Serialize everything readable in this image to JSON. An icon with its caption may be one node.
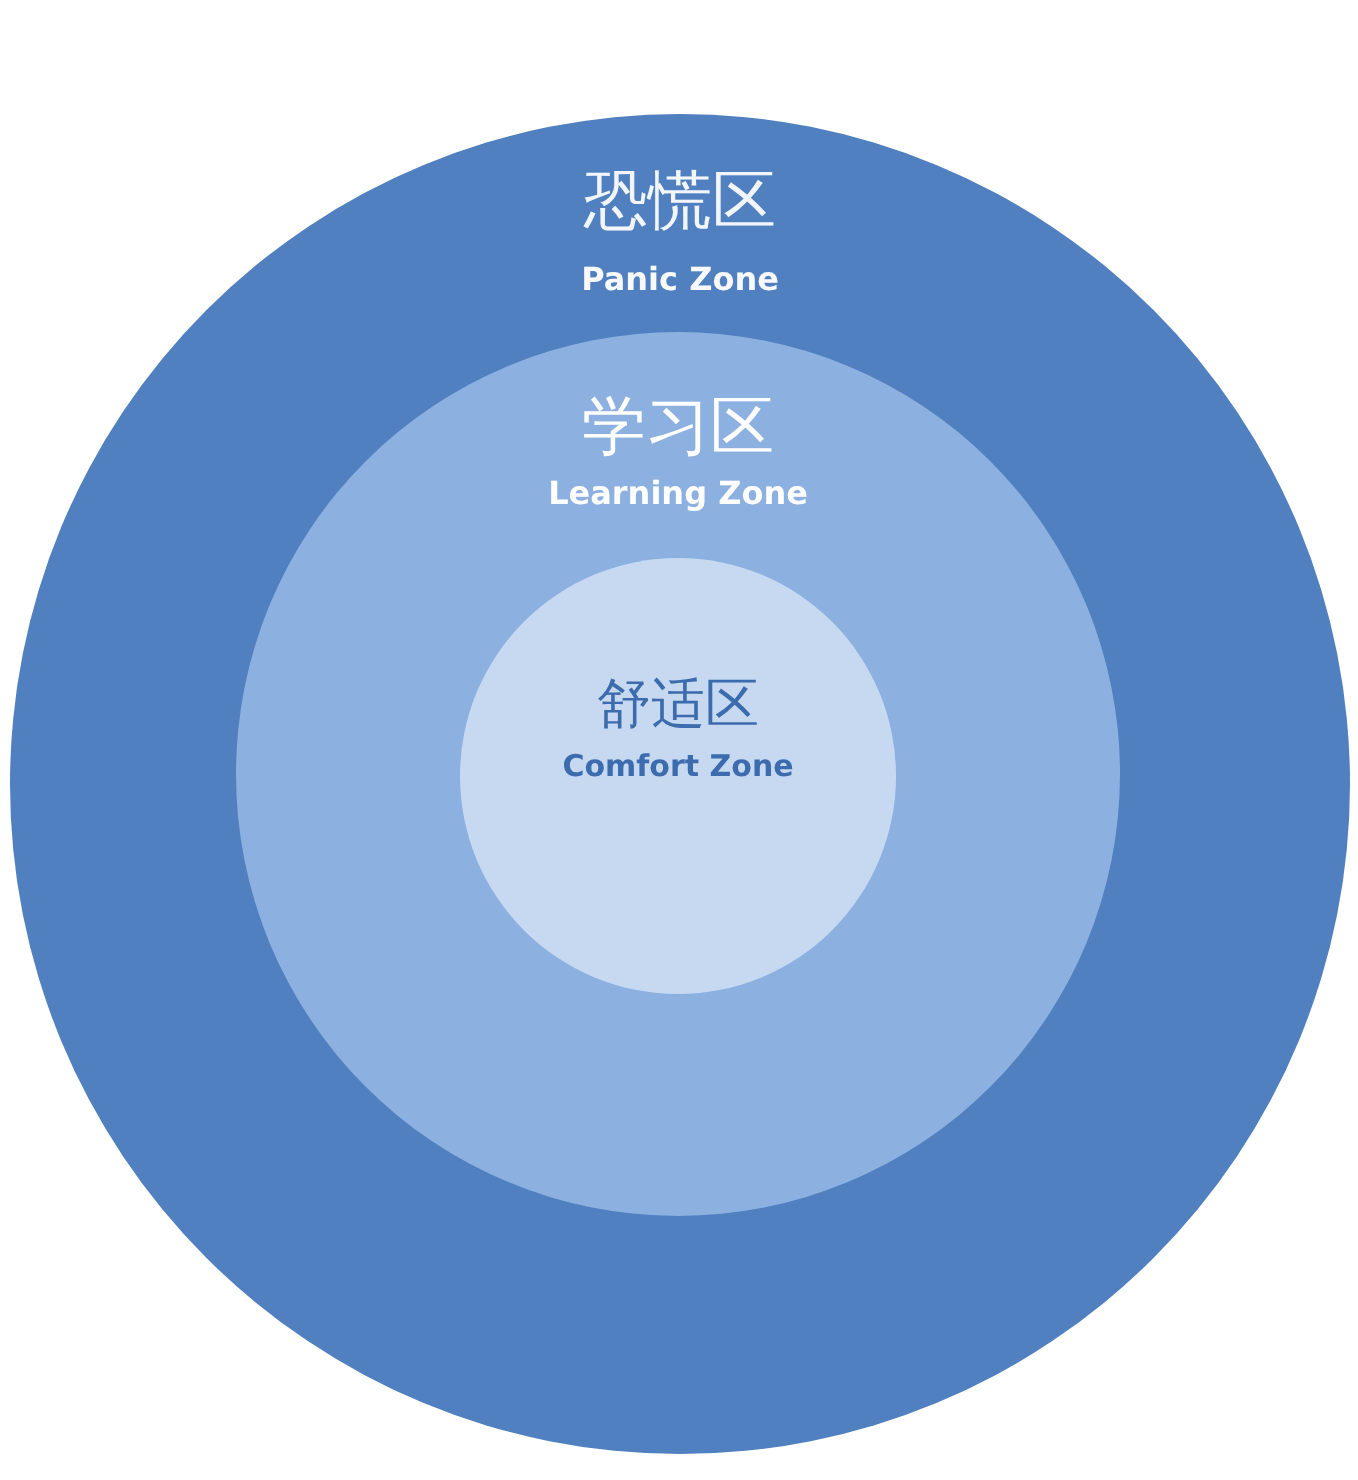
{
  "diagram": {
    "nodes": [
      {
        "text": [
          "恐慌区",
          "Panic Zone"
        ]
      },
      {
        "text": [
          "学习区",
          "Learning Zone"
        ],
        "in": 0
      },
      {
        "text": [
          "舒适区",
          "Comfort Zone"
        ],
        "in": 1
      }
    ],
    "edges": []
  }
}
